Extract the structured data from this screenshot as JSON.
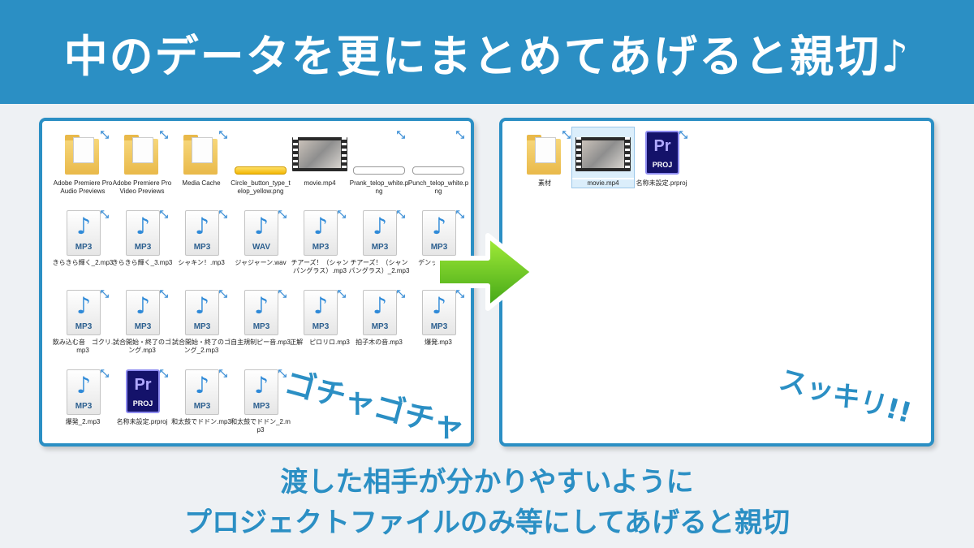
{
  "banner": {
    "title": "中のデータを更にまとめてあげると親切♪"
  },
  "before": {
    "label": "ゴチャゴチャ",
    "files": [
      {
        "type": "folder",
        "name": "Adobe Premiere Pro Audio Previews"
      },
      {
        "type": "folder",
        "name": "Adobe Premiere Pro Video Previews"
      },
      {
        "type": "folder-doc",
        "name": "Media Cache"
      },
      {
        "type": "png-yellow",
        "name": "Circle_button_type_telop_yellow.png"
      },
      {
        "type": "video",
        "name": "movie.mp4"
      },
      {
        "type": "png-white",
        "name": "Prank_telop_white.png"
      },
      {
        "type": "png-white",
        "name": "Punch_telop_white.png"
      },
      {
        "type": "audio",
        "ext": "MP3",
        "name": "きらきら輝く_2.mp3"
      },
      {
        "type": "audio",
        "ext": "MP3",
        "name": "きらきら輝く_3.mp3"
      },
      {
        "type": "audio",
        "ext": "MP3",
        "name": "シャキン！.mp3"
      },
      {
        "type": "audio",
        "ext": "WAV",
        "name": "ジャジャーン.wav"
      },
      {
        "type": "audio",
        "ext": "MP3",
        "name": "チアーズ！（シャンパングラス）.mp3"
      },
      {
        "type": "audio",
        "ext": "MP3",
        "name": "チアーズ！（シャンパングラス）_2.mp3"
      },
      {
        "type": "audio",
        "ext": "MP3",
        "name": "デンッ！.mp3"
      },
      {
        "type": "audio",
        "ext": "MP3",
        "name": "飲み込む音　ゴクリ.mp3"
      },
      {
        "type": "audio",
        "ext": "MP3",
        "name": "試合開始・終了のゴング.mp3"
      },
      {
        "type": "audio",
        "ext": "MP3",
        "name": "試合開始・終了のゴング_2.mp3"
      },
      {
        "type": "audio",
        "ext": "MP3",
        "name": "自主規制ピー音.mp3"
      },
      {
        "type": "audio",
        "ext": "MP3",
        "name": "正解　ピロリロ.mp3"
      },
      {
        "type": "audio",
        "ext": "MP3",
        "name": "拍子木の音.mp3"
      },
      {
        "type": "audio",
        "ext": "MP3",
        "name": "爆発.mp3"
      },
      {
        "type": "audio",
        "ext": "MP3",
        "name": "爆発_2.mp3"
      },
      {
        "type": "prproj",
        "name": "名称未設定.prproj"
      },
      {
        "type": "audio",
        "ext": "MP3",
        "name": "和太鼓でドドン.mp3"
      },
      {
        "type": "audio",
        "ext": "MP3",
        "name": "和太鼓でドドン_2.mp3"
      }
    ]
  },
  "after": {
    "label": "スッキリ!!",
    "files": [
      {
        "type": "folder-doc",
        "name": "素材"
      },
      {
        "type": "video",
        "name": "movie.mp4",
        "selected": true
      },
      {
        "type": "prproj",
        "name": "名称未設定.prproj"
      }
    ]
  },
  "prproj_icon": {
    "pr": "Pr",
    "proj": "PROJ"
  },
  "captions": [
    "渡した相手が分かりやすいように",
    "プロジェクトファイルのみ等にしてあげると親切"
  ],
  "colors": {
    "accent": "#2b8fc4",
    "arrow": "#5cc21e"
  }
}
